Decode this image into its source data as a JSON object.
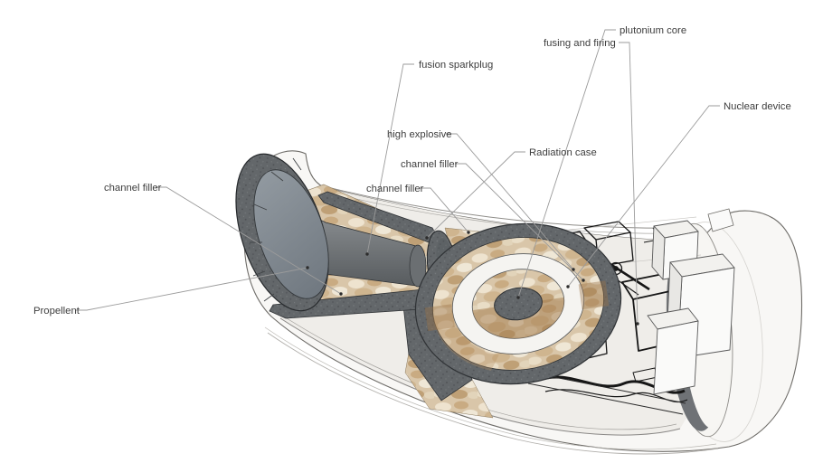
{
  "diagram": {
    "kind": "3d-cutaway-illustration",
    "labels": [
      {
        "id": "fusion-sparkplug",
        "text": "fusion sparkplug"
      },
      {
        "id": "fusing-and-firing",
        "text": "fusing and firing"
      },
      {
        "id": "plutonium-core",
        "text": "plutonium core"
      },
      {
        "id": "nuclear-device",
        "text": "Nuclear device"
      },
      {
        "id": "high-explosive",
        "text": "high explosive"
      },
      {
        "id": "radiation-case",
        "text": "Radiation case"
      },
      {
        "id": "channel-filler-upper",
        "text": "channel filler"
      },
      {
        "id": "channel-filler-mid",
        "text": "channel filler"
      },
      {
        "id": "channel-filler-left",
        "text": "channel filler"
      },
      {
        "id": "propellent",
        "text": "Propellent"
      }
    ],
    "colors": {
      "background": "#ffffff",
      "shell_white": "#f8f7f5",
      "floor": "#efede9",
      "case_granite": "#63676a",
      "foam_beige": "#d9c6a9",
      "foam_brown": "#a37c4e",
      "plate_gray": "#8f979e",
      "ring_white": "#f5f4f1",
      "linework_black": "#161616",
      "leader_gray": "#9b9b9b",
      "label_text": "#3d3d3d"
    }
  }
}
